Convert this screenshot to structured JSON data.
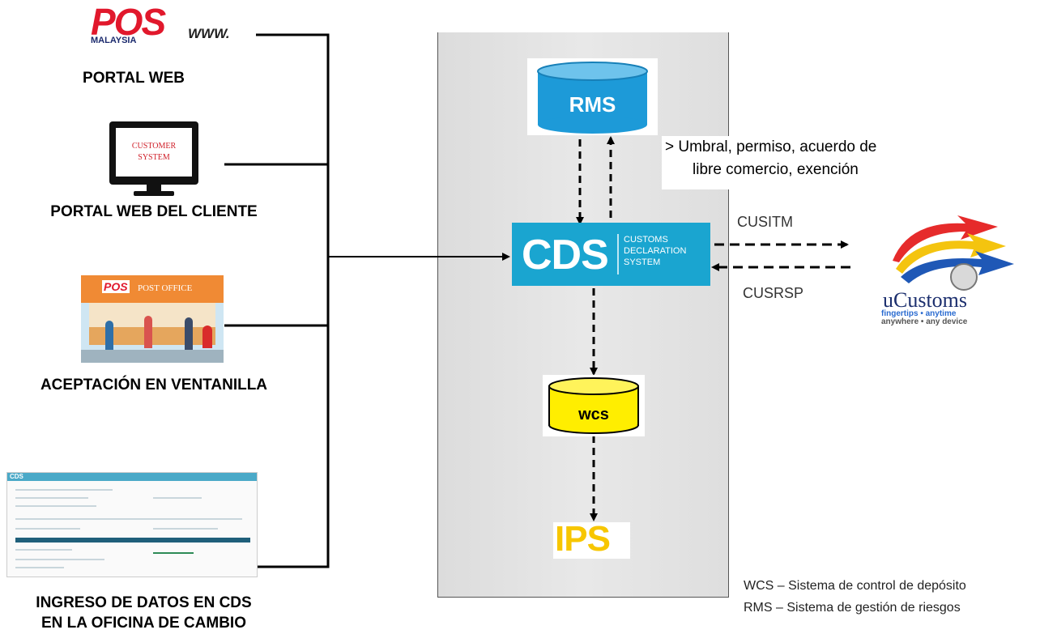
{
  "sources": [
    {
      "caption": "PORTAL WEB",
      "logo_text": "POS",
      "logo_sub": "MALAYSIA",
      "www": "WWW."
    },
    {
      "caption": "PORTAL WEB DEL CLIENTE",
      "screen_line1": "CUSTOMER",
      "screen_line2": "SYSTEM"
    },
    {
      "caption": "ACEPTACIÓN EN VENTANILLA",
      "sign_brand": "POS",
      "sign_text": "POST OFFICE"
    },
    {
      "caption_line1": "INGRESO DE DATOS EN CDS",
      "caption_line2": "EN LA OFICINA DE CAMBIO",
      "screen_brand": "CDS"
    }
  ],
  "nodes": {
    "rms": "RMS",
    "cds": "CDS",
    "cds_desc_line1": "CUSTOMS",
    "cds_desc_line2": "DECLARATION",
    "cds_desc_line3": "SYSTEM",
    "wcs": "wcs",
    "ips": "IPS"
  },
  "note": {
    "line1": "> Umbral, permiso, acuerdo de",
    "line2": "libre comercio, exención"
  },
  "flows": {
    "out": "CUSITM",
    "in": "CUSRSP"
  },
  "ucustoms": {
    "name": "uCustoms",
    "tagline1": "fingertips • anytime",
    "tagline2": "anywhere • any device"
  },
  "legend": [
    "WCS – Sistema de control de depósito",
    "RMS – Sistema de gestión de riesgos"
  ],
  "colors": {
    "cds_blue": "#1aa5d0",
    "rms_blue": "#1d9ad8",
    "wcs_yellow": "#ffee00",
    "ips_yellow": "#f7c600",
    "pos_red": "#e1182c"
  }
}
